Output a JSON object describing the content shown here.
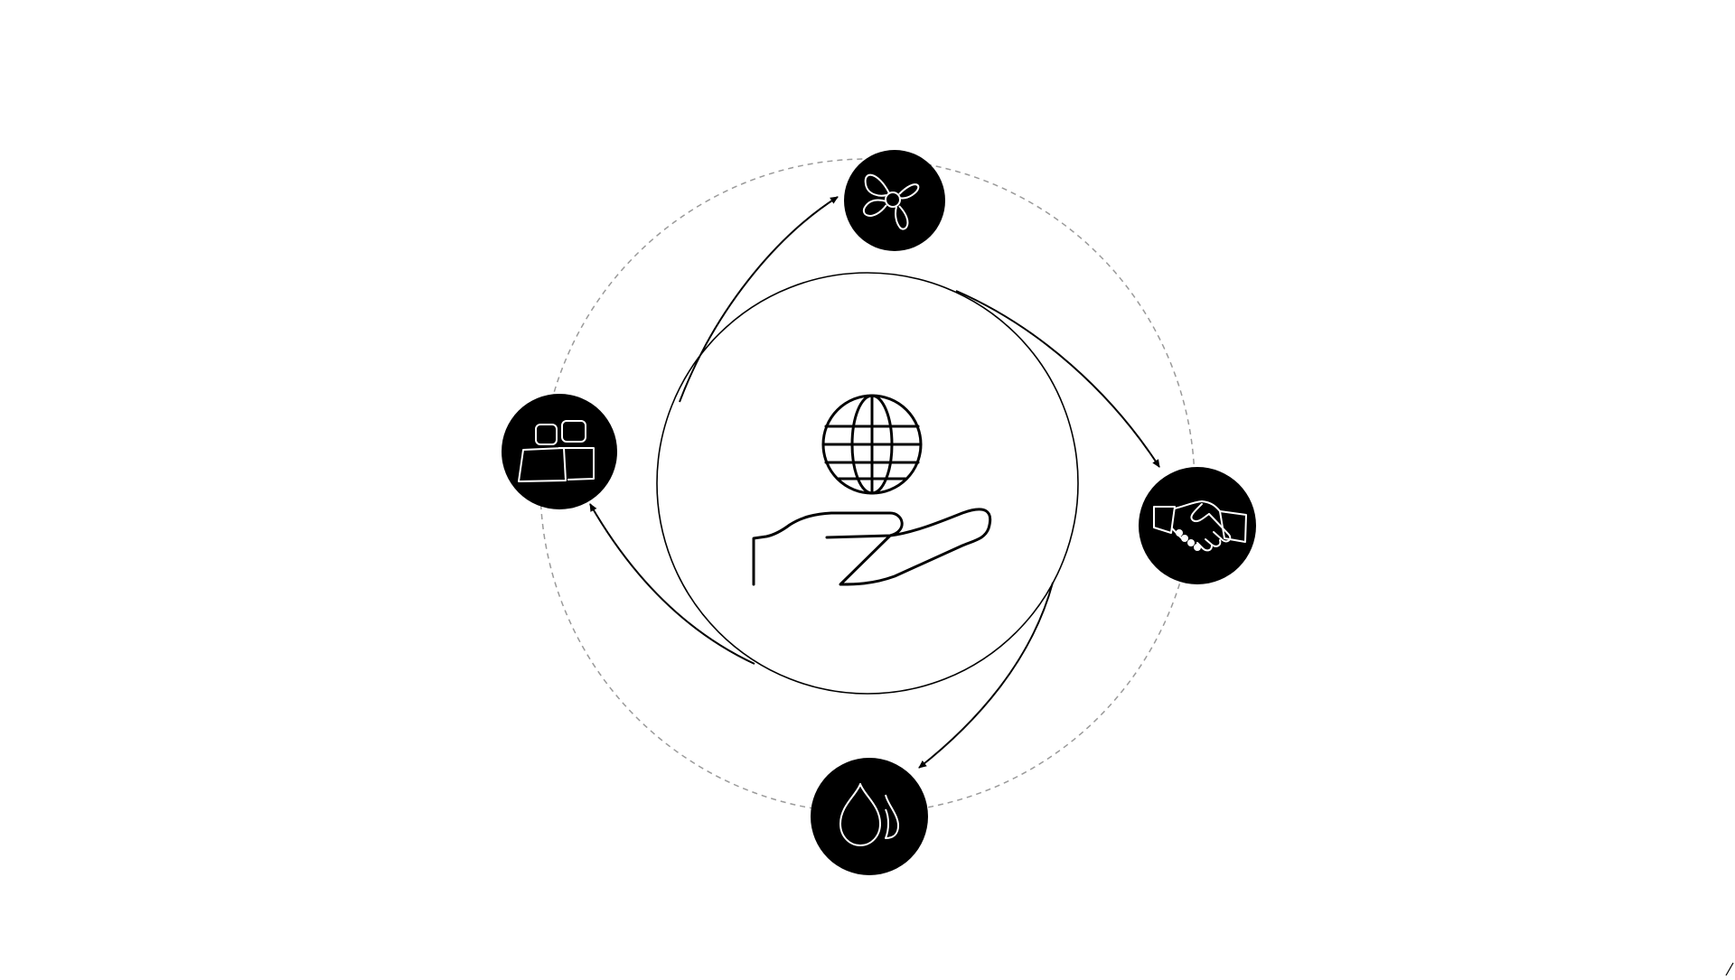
{
  "diagram": {
    "center": {
      "icon": "hand-holding-globe-icon"
    },
    "nodes": [
      {
        "id": "top",
        "icon": "fan-icon"
      },
      {
        "id": "right",
        "icon": "handshake-icon"
      },
      {
        "id": "bottom",
        "icon": "water-drops-icon"
      },
      {
        "id": "left",
        "icon": "devices-icon"
      }
    ],
    "arrows": [
      {
        "from": "center",
        "to": "top"
      },
      {
        "from": "center",
        "to": "right"
      },
      {
        "from": "center",
        "to": "bottom"
      },
      {
        "from": "center",
        "to": "left"
      }
    ],
    "colors": {
      "node_fill": "#000000",
      "icon_stroke": "#ffffff",
      "line": "#000000",
      "dashed_orbit": "#9a9a9a",
      "background": "#ffffff"
    }
  }
}
